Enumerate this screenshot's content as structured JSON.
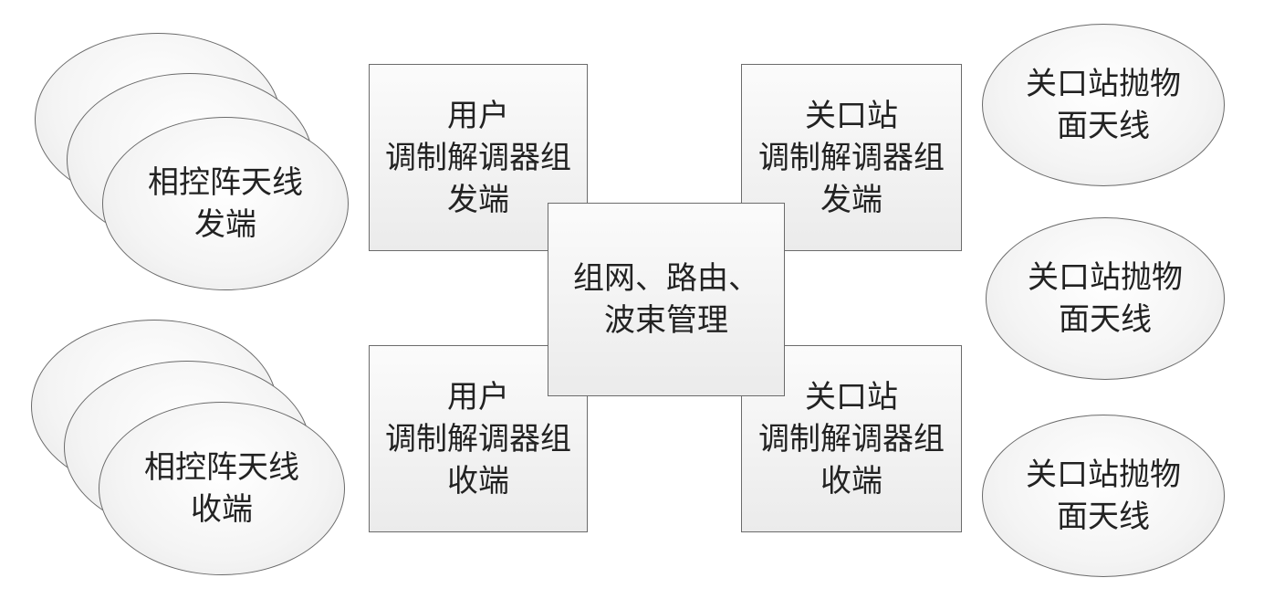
{
  "diagram": {
    "phased_tx": {
      "label": "相控阵天线\n发端"
    },
    "phased_rx": {
      "label": "相控阵天线\n收端"
    },
    "user_modem_tx": {
      "label": "用户\n调制解调器组\n发端"
    },
    "user_modem_rx": {
      "label": "用户\n调制解调器组\n收端"
    },
    "network_mgmt": {
      "label": "组网、路由、\n波束管理"
    },
    "gateway_modem_tx": {
      "label": "关口站\n调制解调器组\n发端"
    },
    "gateway_modem_rx": {
      "label": "关口站\n调制解调器组\n收端"
    },
    "gateway_antennas": [
      {
        "label": "关口站抛物面天线"
      },
      {
        "label": "关口站抛物面天线"
      },
      {
        "label": "关口站抛物面天线"
      }
    ]
  }
}
